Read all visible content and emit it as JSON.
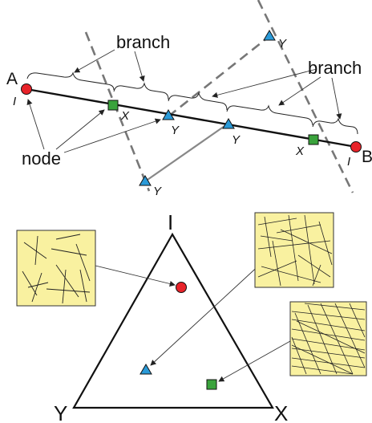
{
  "top": {
    "endpoint_a": "A",
    "endpoint_b": "B",
    "endpoint_a_type": "I",
    "endpoint_b_type": "I",
    "branch_label_1": "branch",
    "branch_label_2": "branch",
    "node_label": "node",
    "nodes": [
      {
        "type": "I",
        "shape": "circle"
      },
      {
        "type": "X",
        "shape": "square"
      },
      {
        "type": "Y",
        "shape": "triangle"
      },
      {
        "type": "Y",
        "shape": "triangle"
      },
      {
        "type": "X",
        "shape": "square"
      },
      {
        "type": "I",
        "shape": "circle"
      },
      {
        "type": "Y",
        "shape": "triangle"
      },
      {
        "type": "Y",
        "shape": "triangle"
      }
    ]
  },
  "ternary": {
    "vertex_top": "I",
    "vertex_left": "Y",
    "vertex_right": "X"
  },
  "colors": {
    "I": "#e8232a",
    "X": "#3aa33c",
    "Y": "#2a9ad8",
    "swatch": "#f9f1a0",
    "line": "#111111",
    "dashed": "#777777"
  },
  "icons": [
    "red-circle-icon",
    "green-square-icon",
    "blue-triangle-icon"
  ]
}
